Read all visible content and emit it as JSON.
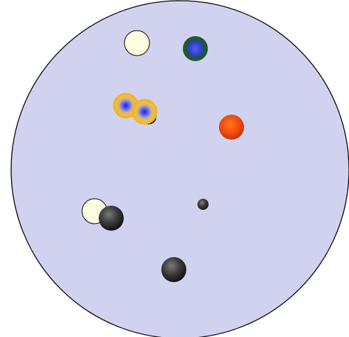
{
  "game": {
    "board": {
      "fill": "#d0d2f0",
      "stroke": "#000000"
    },
    "pieces": [
      {
        "name": "cream-ball-top",
        "kind": "cream-ball"
      },
      {
        "name": "green-blue-ball",
        "kind": "green-blue-ball"
      },
      {
        "name": "small-dark-ball-under-spark",
        "kind": "dark-ball-small"
      },
      {
        "name": "spark-ball-left",
        "kind": "spark-ball"
      },
      {
        "name": "spark-ball-right",
        "kind": "spark-ball"
      },
      {
        "name": "orange-ball",
        "kind": "orange-ball"
      },
      {
        "name": "tiny-dark-ball",
        "kind": "dark-ball-tiny"
      },
      {
        "name": "cream-ball-left",
        "kind": "cream-ball"
      },
      {
        "name": "dark-ball-left",
        "kind": "dark-ball"
      },
      {
        "name": "dark-ball-bottom",
        "kind": "dark-ball"
      }
    ],
    "colors": {
      "cream": "#fffde0",
      "green_ring": "#1e5a32",
      "blue_core": "#3040c8",
      "orange": "#f04a10",
      "dark": "#3a3a3a",
      "spark_outer": "#f2c030",
      "spark_core": "#3a3ad8"
    }
  }
}
